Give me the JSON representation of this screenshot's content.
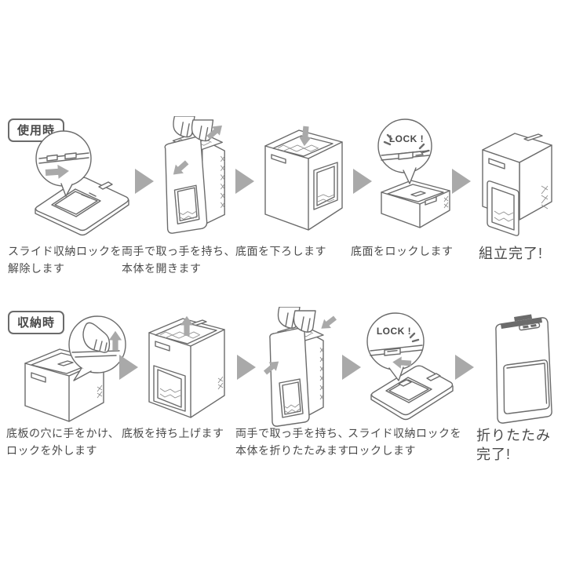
{
  "colors": {
    "background": "#ffffff",
    "line": "#6b6b6b",
    "arrow": "#a9a9a9",
    "text": "#4a4a4a",
    "lattice": "#8f8f8f"
  },
  "rows": [
    {
      "badge": "使用時",
      "steps": [
        {
          "id": "use-1",
          "caption": [
            "スライド収納ロックを",
            "解除します"
          ]
        },
        {
          "id": "use-2",
          "caption": [
            "両手で取っ手を持ち、",
            "本体を開きます"
          ]
        },
        {
          "id": "use-3",
          "caption": [
            "底面を下ろします"
          ]
        },
        {
          "id": "use-4",
          "caption": [
            "底面をロックします"
          ],
          "lock_label": "LOCK !"
        },
        {
          "id": "use-5",
          "caption": [
            "組立完了!"
          ],
          "emphasis": true
        }
      ]
    },
    {
      "badge": "収納時",
      "steps": [
        {
          "id": "store-1",
          "caption": [
            "底板の穴に手をかけ、",
            "ロックを外します"
          ]
        },
        {
          "id": "store-2",
          "caption": [
            "底板を持ち上げます"
          ]
        },
        {
          "id": "store-3",
          "caption": [
            "両手で取っ手を持ち、",
            "本体を折りたたみます"
          ]
        },
        {
          "id": "store-4",
          "caption": [
            "スライド収納ロックを",
            "ロックします"
          ],
          "lock_label": "LOCK !"
        },
        {
          "id": "store-5",
          "caption": [
            "折りたたみ完了!"
          ],
          "emphasis": true
        }
      ]
    }
  ]
}
